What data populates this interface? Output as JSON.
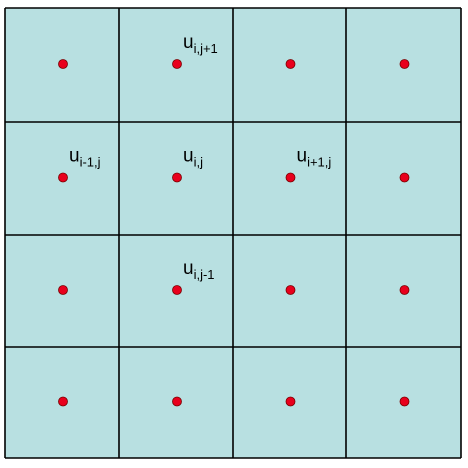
{
  "grid": {
    "rows": 4,
    "cols": 4,
    "cell_fill": "#b8e0e1",
    "line_color": "#000000",
    "dot_color": "#e8001c",
    "dot_outline": "#7a0000"
  },
  "labels": [
    {
      "id": "u-i-jp1",
      "base": "u",
      "sub": "i,j+1",
      "row": 0,
      "col": 1
    },
    {
      "id": "u-im1-j",
      "base": "u",
      "sub": "i-1,j",
      "row": 1,
      "col": 0
    },
    {
      "id": "u-i-j",
      "base": "u",
      "sub": "i,j",
      "row": 1,
      "col": 1
    },
    {
      "id": "u-ip1-j",
      "base": "u",
      "sub": "i+1,j",
      "row": 1,
      "col": 2
    },
    {
      "id": "u-i-jm1",
      "base": "u",
      "sub": "i,j-1",
      "row": 2,
      "col": 1
    }
  ]
}
